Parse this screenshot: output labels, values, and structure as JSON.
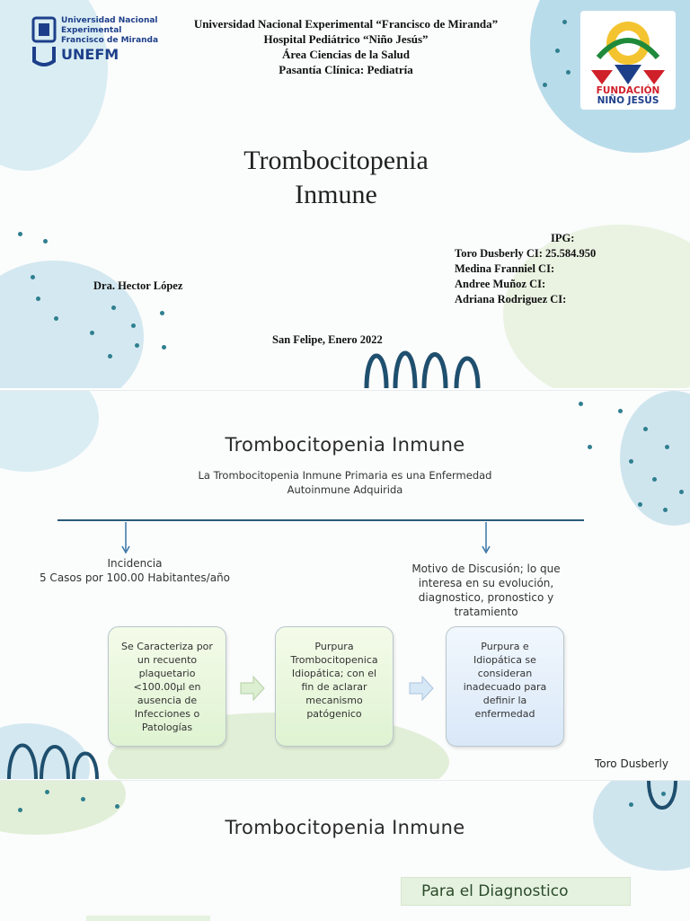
{
  "slide1": {
    "header": [
      "Universidad Nacional Experimental  “Francisco de Miranda”",
      "Hospital Pediátrico “Niño Jesús”",
      "Área Ciencias de la Salud",
      "Pasantía Clínica: Pediatría"
    ],
    "logo_left": {
      "line1": "Universidad Nacional",
      "line2": "Experimental",
      "line3": "Francisco de Miranda",
      "line4": "UNEFM"
    },
    "logo_right": {
      "line1": "FUNDACIÓN",
      "line2": "NIÑO JESÚS"
    },
    "title_line1": "Trombocitopenia",
    "title_line2": "Inmune",
    "ipg_label": "IPG:",
    "students": [
      "Toro Dusberly CI: 25.584.950",
      "Medina Franniel CI:",
      "Andree Muñoz CI:",
      "Adriana Rodriguez CI:"
    ],
    "doctor": "Dra. Hector López",
    "date": "San Felipe, Enero 2022"
  },
  "slide2": {
    "title": "Trombocitopenia Inmune",
    "subtitle_line1": "La Trombocitopenia Inmune Primaria es una Enfermedad",
    "subtitle_line2": "Autoinmune Adquirida",
    "incidence_label": "Incidencia",
    "incidence_value": "5 Casos por 100.00 Habitantes/año",
    "motive": "Motivo de Discusión; lo que interesa en su evolución, diagnostico, pronostico y tratamiento",
    "box1": "Se Caracteriza por un recuento plaquetario <100.00µl en ausencia de Infecciones o Patologías",
    "box2": "Purpura Trombocitopenica Idiopática; con el fin de aclarar mecanismo patógenico",
    "box3": "Purpura e Idiopática se consideran inadecuado para definir la enfermedad",
    "author": "Toro Dusberly"
  },
  "slide3": {
    "title": "Trombocitopenia Inmune",
    "diagnosis_label": "Para el Diagnostico"
  },
  "colors": {
    "accent_blue": "#2b5b7a",
    "teal_dots": "#2f7f8f",
    "pale_blue": "#cfe5ee",
    "pale_green": "#e2efd8"
  }
}
